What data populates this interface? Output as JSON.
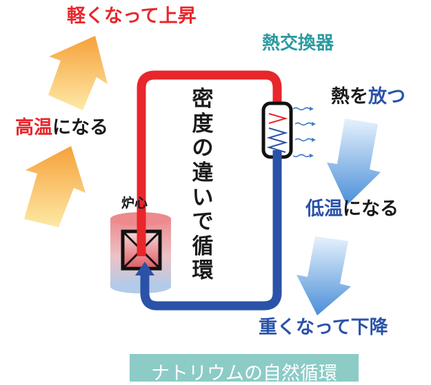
{
  "labels": {
    "rise": "軽くなって上昇",
    "heat_exchanger": "熱交換器",
    "release_heat_plain": "熱を",
    "release_heat_accent": "放つ",
    "hot_accent": "高温",
    "hot_plain": "になる",
    "core": "炉心",
    "cold_accent": "低温",
    "cold_plain": "になる",
    "sink": "重くなって下降",
    "vertical": "密度の違いで循環"
  },
  "caption": "ナトリウムの自然循環",
  "colors": {
    "hot": "#e8262b",
    "cold": "#2a52a8",
    "up_arrow": "#f6a83a",
    "down_arrow": "#4a8ed8",
    "caption_bg": "#8ccbc6"
  }
}
